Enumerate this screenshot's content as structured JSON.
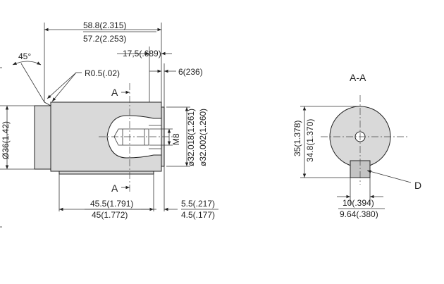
{
  "drawing": {
    "dims": {
      "len_in": "58.8(2.315)",
      "len_in2": "57.2(2.253)",
      "key_pos": "17,5(.689)",
      "step": "6(236)",
      "angle": "45°",
      "radius": "R0.5(.02)",
      "body_dia": "Ø36(1.42)",
      "thread": "M8",
      "shaft_dia_max": "ø32.018(1.261)",
      "shaft_dia_min": "ø32.002(1.260)",
      "key_len_max": "45.5(1.791)",
      "key_len_min": "45(1.772)",
      "shoulder_max": "5.5(.217)",
      "shoulder_min": "4.5(.177)",
      "key_h_max": "35(1.378)",
      "key_h_min": "34.8(1.370)",
      "key_w_max": "10(.394)",
      "key_w_min": "9.64(.380)"
    },
    "section": {
      "top": "A",
      "bottom": "A",
      "title": "A-A",
      "key_label": "D"
    }
  }
}
